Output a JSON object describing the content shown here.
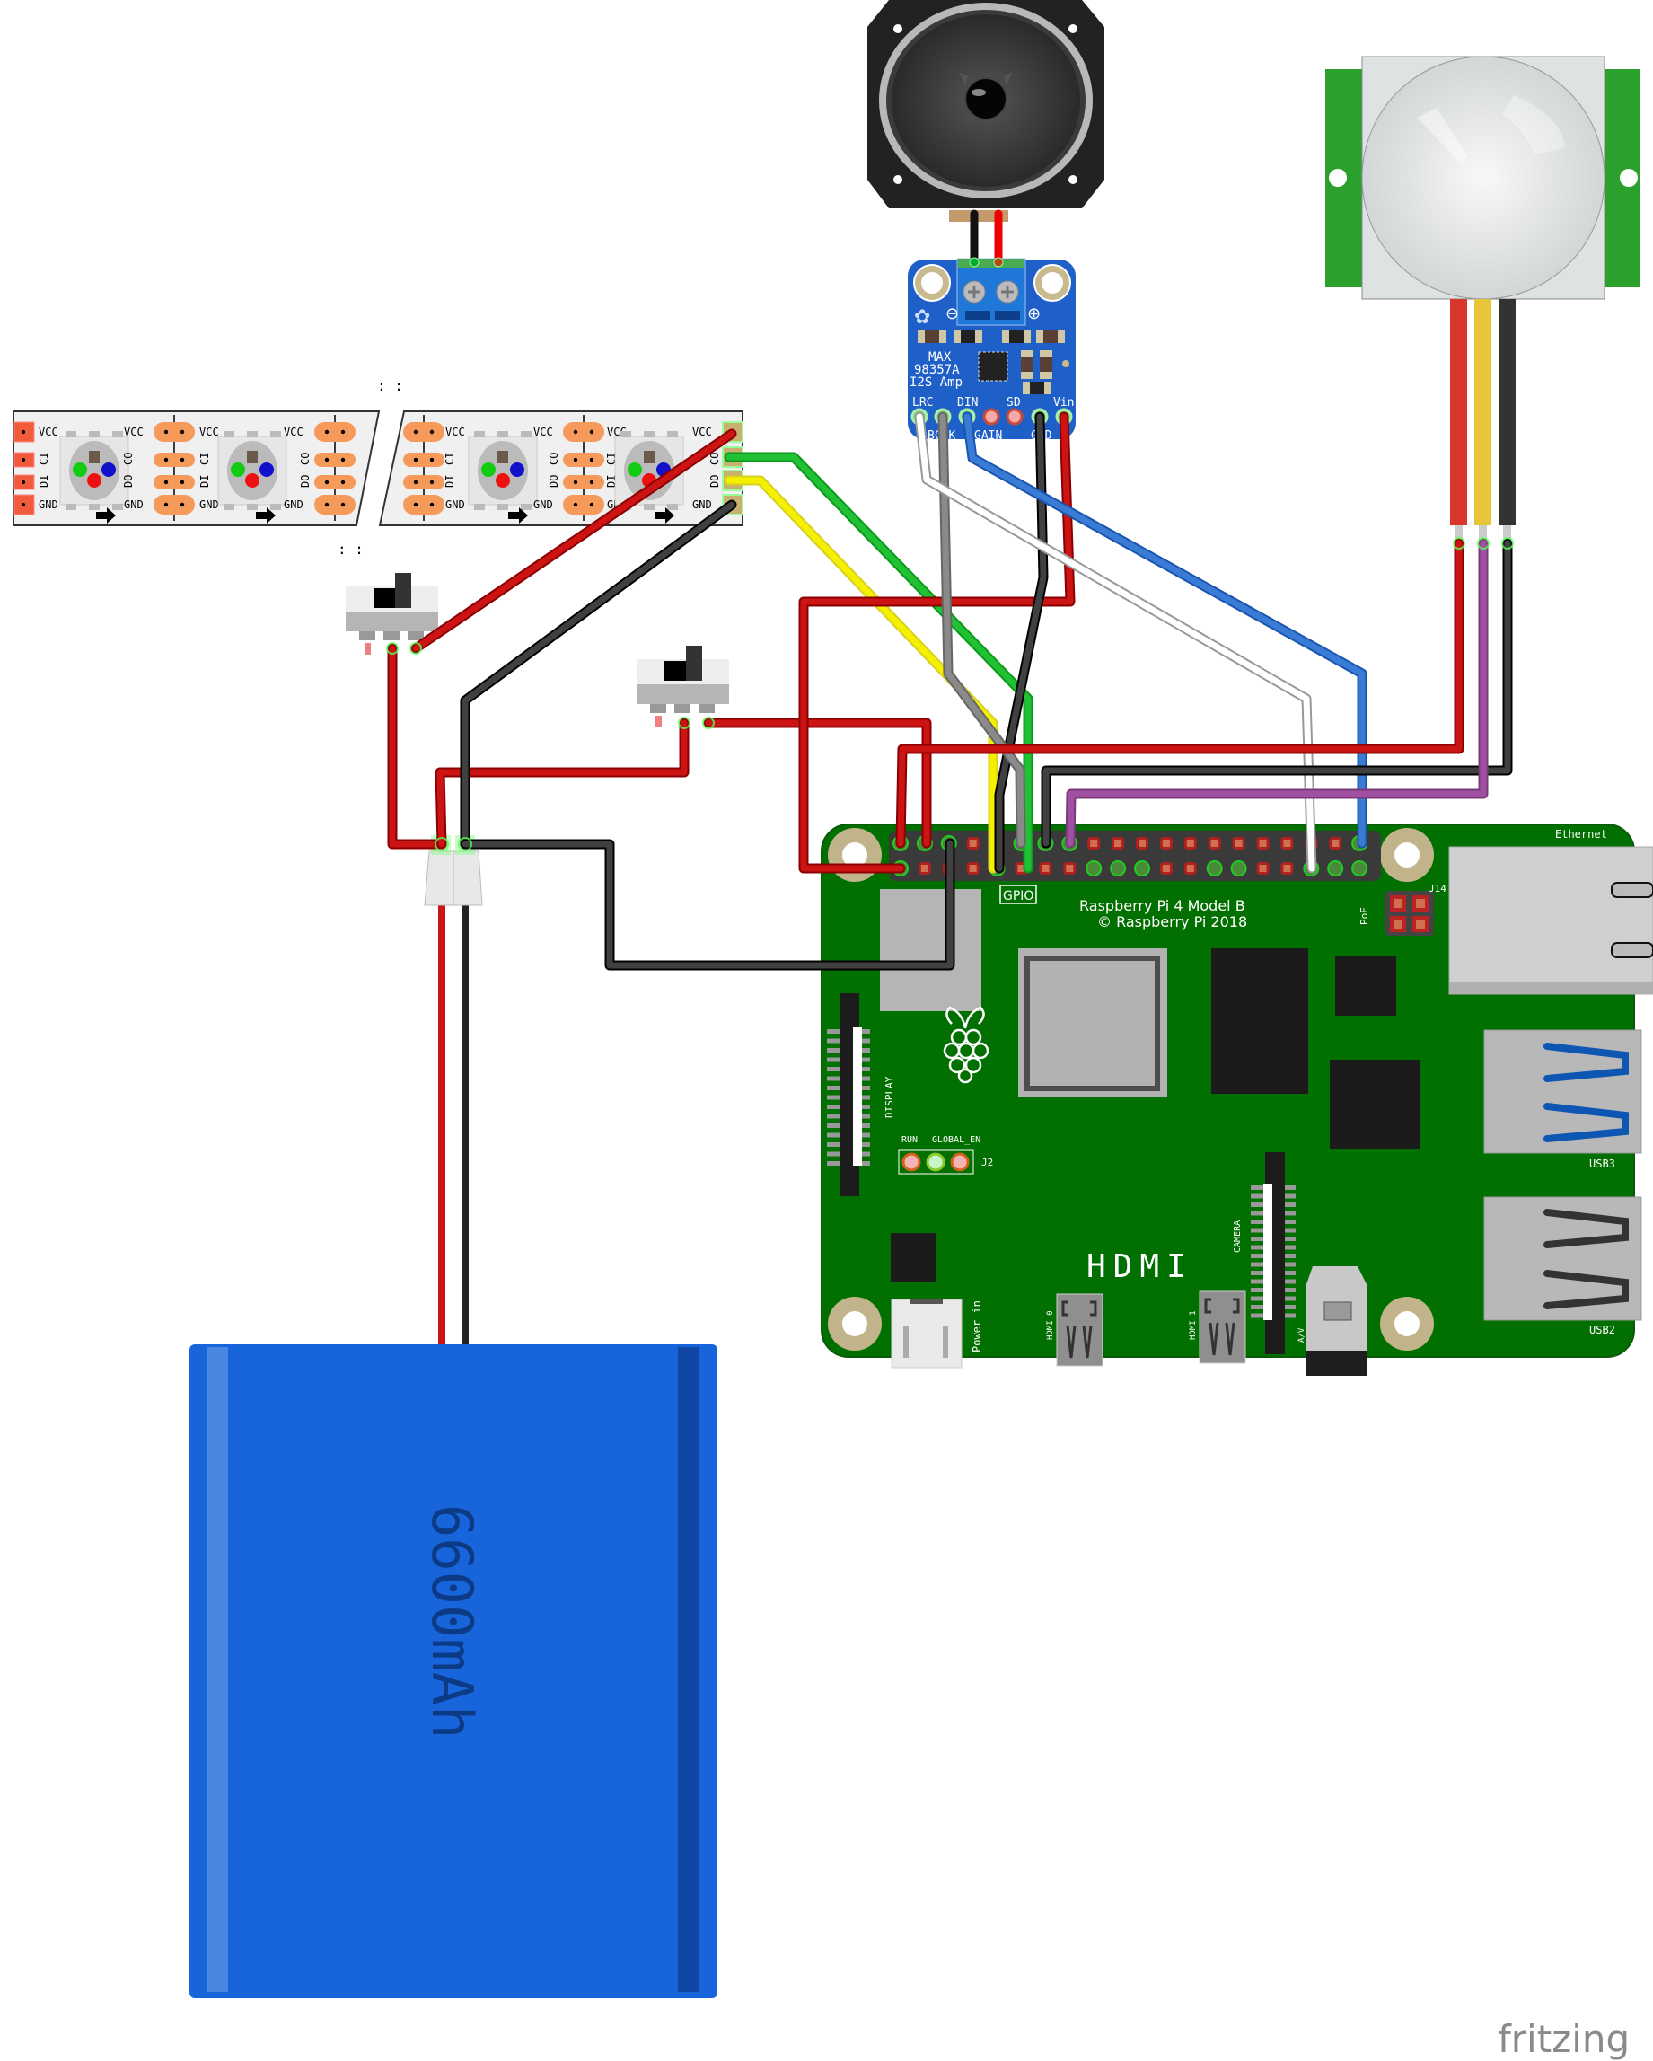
{
  "app": {
    "watermark": "fritzing"
  },
  "led_strip": {
    "pin_labels_left": [
      "VCC",
      "CI",
      "DI",
      "GND"
    ],
    "pin_labels_right": [
      "VCC",
      "CO",
      "DO",
      "GND"
    ],
    "break_marks": ": :",
    "pad_color": "#f59a5b",
    "end_pad_color": "#f25a3c"
  },
  "speaker": {
    "label": "speaker"
  },
  "amplifier": {
    "title_line1": "MAX",
    "title_line2": "98357A",
    "title_line3": "I2S Amp",
    "pins_top": [
      "LRC",
      "DIN",
      "SD",
      "Vin"
    ],
    "pins_bottom": [
      "BCLK",
      "GAIN",
      "GND"
    ],
    "minus": "⊖",
    "plus": "⊕",
    "board_color": "#1f5fc8"
  },
  "pir_sensor": {
    "wires": [
      "red",
      "yellow",
      "black"
    ]
  },
  "raspberry_pi": {
    "model": "Raspberry Pi 4 Model B",
    "copyright": "© Raspberry Pi 2018",
    "gpio_label": "GPIO",
    "ethernet_label": "Ethernet",
    "usb3_label": "USB3",
    "usb2_label": "USB2",
    "hdmi_label": "HDMI",
    "hdmi0_label": "HDMI 0",
    "hdmi1_label": "HDMI 1",
    "power_label": "Power in",
    "camera_label": "CAMERA",
    "display_label": "DISPLAY",
    "av_label": "A/V",
    "poe_label": "PoE",
    "j14_label": "J14",
    "j2_label": "J2",
    "run_label": "RUN",
    "global_en_label": "GLOBAL_EN",
    "board_color": "#017000"
  },
  "battery": {
    "capacity_label": "6600mAh",
    "color": "#1764db"
  },
  "switches": [
    {
      "name": "switch-1"
    },
    {
      "name": "switch-2"
    }
  ],
  "wires": [
    {
      "name": "led-vcc-to-switch1",
      "color": "#cc1414"
    },
    {
      "name": "led-gnd-to-jst",
      "color": "#404040"
    },
    {
      "name": "led-co-to-gpio",
      "color": "#22c034"
    },
    {
      "name": "led-do-to-gpio",
      "color": "#f5f000"
    },
    {
      "name": "amp-lrc-to-gpio",
      "color": "#ffffff"
    },
    {
      "name": "amp-bclk-to-gpio",
      "color": "#8a8a8a"
    },
    {
      "name": "amp-din-to-gpio",
      "color": "#3a7bd5"
    },
    {
      "name": "amp-gnd-to-gpio",
      "color": "#404040"
    },
    {
      "name": "amp-vin-to-5v",
      "color": "#cc1414"
    },
    {
      "name": "pir-vcc",
      "color": "#cc1414"
    },
    {
      "name": "pir-out",
      "color": "#a050a0"
    },
    {
      "name": "pir-gnd",
      "color": "#404040"
    }
  ]
}
